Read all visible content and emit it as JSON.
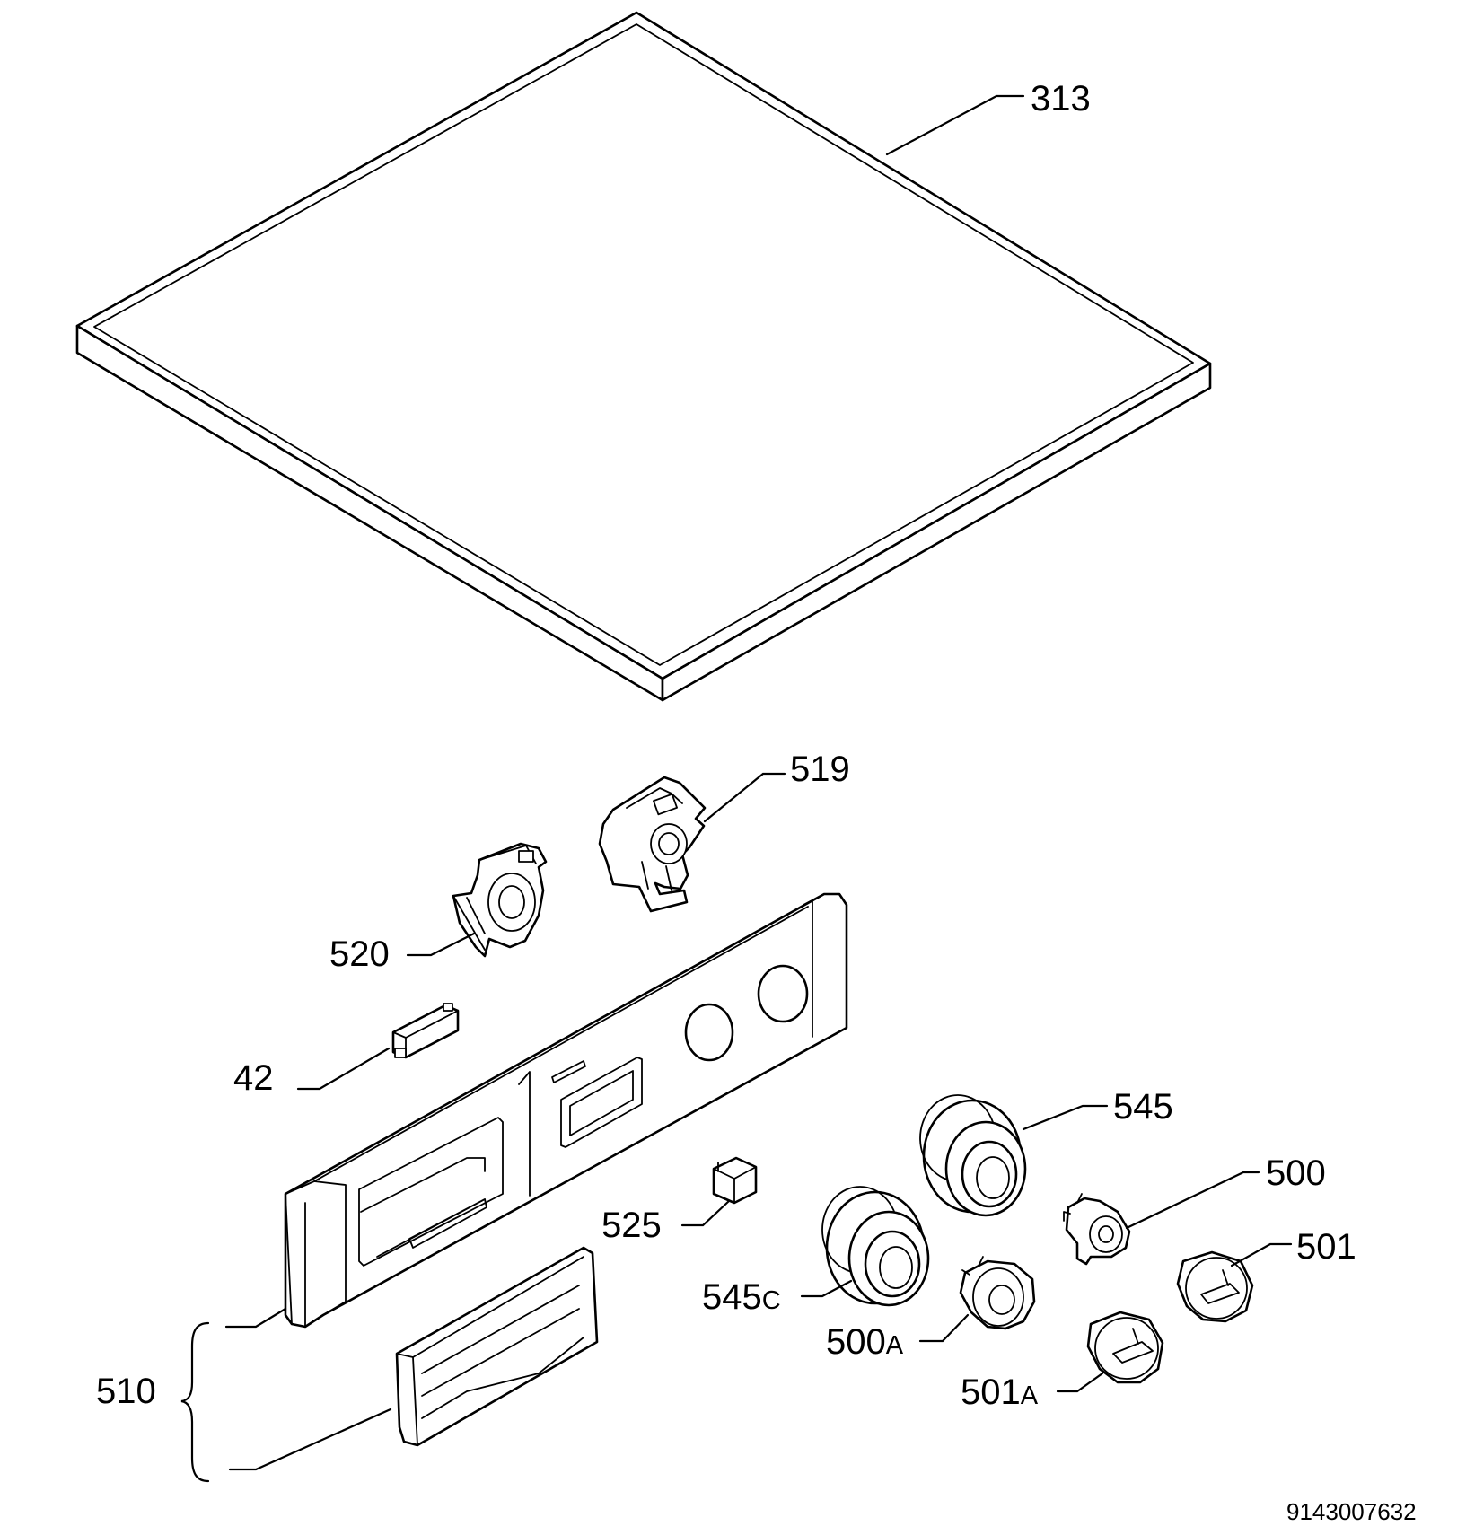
{
  "labels": {
    "lid": "313",
    "selector_519": "519",
    "selector_520": "520",
    "clip": "42",
    "panel_set": "510",
    "switch": "525",
    "knob_545": "545",
    "knob_545c_num": "545",
    "knob_545c_suffix": "C",
    "selector_500": "500",
    "selector_500a_num": "500",
    "selector_500a_suffix": "A",
    "knob_501": "501",
    "knob_501a_num": "501",
    "knob_501a_suffix": "A"
  },
  "document_number": "9143007632"
}
